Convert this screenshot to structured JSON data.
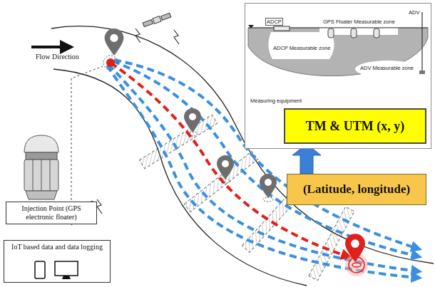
{
  "diagram": {
    "nodes": [
      {
        "text": [
          "ADCP",
          "GPS Floater Measurable zone",
          "ADV",
          "ADCP Measurable zone",
          "ADV Measurable zone",
          "Measuring equipment"
        ]
      },
      {
        "text": [
          "TM & UTM (x, y)"
        ]
      },
      {
        "text": [
          "(Latitude, longitude)"
        ]
      },
      {
        "text": [
          "Injection Point (GPS electronic floater)"
        ]
      },
      {
        "text": [
          "IoT based data and data logging"
        ]
      }
    ],
    "edges": [
      {
        "from": 2,
        "to": 1,
        "arrow": "to"
      }
    ],
    "labels": [
      "Flow Direction"
    ]
  }
}
